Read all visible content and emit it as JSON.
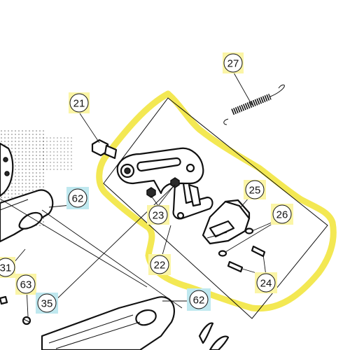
{
  "callouts": [
    {
      "id": "21",
      "label": "21",
      "style": "yellow"
    },
    {
      "id": "27",
      "label": "27",
      "style": "yellow"
    },
    {
      "id": "62a",
      "label": "62",
      "style": "blue"
    },
    {
      "id": "25",
      "label": "25",
      "style": "yellow"
    },
    {
      "id": "23",
      "label": "23",
      "style": "yellow"
    },
    {
      "id": "26",
      "label": "26",
      "style": "yellow"
    },
    {
      "id": "22",
      "label": "22",
      "style": "yellow"
    },
    {
      "id": "31",
      "label": "31",
      "style": "yellow"
    },
    {
      "id": "63",
      "label": "63",
      "style": "yellow"
    },
    {
      "id": "24",
      "label": "24",
      "style": "yellow"
    },
    {
      "id": "35",
      "label": "35",
      "style": "blue"
    },
    {
      "id": "62b",
      "label": "62",
      "style": "blue"
    }
  ],
  "colors": {
    "highlight_yellow": "#f2e640",
    "label_yellow": "#fbf5a6",
    "label_blue": "#bfe8ef",
    "line": "#111111"
  }
}
